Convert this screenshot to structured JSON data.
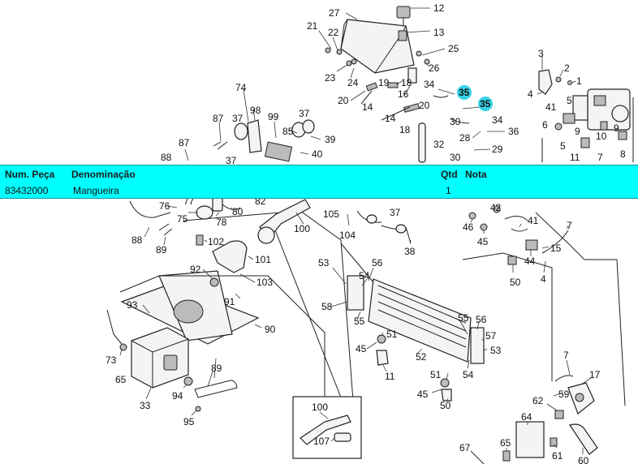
{
  "table": {
    "headers": {
      "part_number": "Num. Peça",
      "denomination": "Denominação",
      "qty": "Qtd",
      "note": "Nota"
    },
    "row": {
      "part_number": "83432000",
      "denomination": "Mangueira",
      "qty": "1",
      "note": ""
    }
  },
  "highlight_color": "#38d2e6",
  "panel_color": "#00ffff",
  "callouts": {
    "c1": "1",
    "c2": "2",
    "c3": "3",
    "c4": "4",
    "c4b": "4",
    "c5": "5",
    "c5b": "5",
    "c6": "6",
    "c7": "7",
    "c7b": "7",
    "c7c": "7",
    "c8": "8",
    "c9": "9",
    "c9b": "9",
    "c10": "10",
    "c11": "11",
    "c11b": "11",
    "c12": "12",
    "c13": "13",
    "c14": "14",
    "c14b": "14",
    "c15": "15",
    "c16": "16",
    "c17": "17",
    "c18": "18",
    "c19": "19",
    "c20": "20",
    "c20b": "20",
    "c21": "21",
    "c22": "22",
    "c23": "23",
    "c24": "24",
    "c25": "25",
    "c26": "26",
    "c27": "27",
    "c28": "28",
    "c29": "29",
    "c30": "30",
    "c30b": "30",
    "c32": "32",
    "c33": "33",
    "c34": "34",
    "c34b": "34",
    "c35": "35",
    "c35b": "35",
    "c36": "36",
    "c37": "37",
    "c37b": "37",
    "c37c": "37",
    "c38": "38",
    "c39": "39",
    "c40": "40",
    "c41": "41",
    "c41b": "41",
    "c42": "42",
    "c44": "44",
    "c45": "45",
    "c45b": "45",
    "c45c": "45",
    "c46": "46",
    "c50": "50",
    "c50b": "50",
    "c51": "51",
    "c51b": "51",
    "c52": "52",
    "c53": "53",
    "c53b": "53",
    "c54": "54",
    "c54b": "54",
    "c55": "55",
    "c55b": "55",
    "c56": "56",
    "c56b": "56",
    "c57": "57",
    "c58": "58",
    "c59": "59",
    "c60": "60",
    "c61": "61",
    "c62": "62",
    "c64": "64",
    "c65": "65",
    "c65b": "65",
    "c67": "67",
    "c73": "73",
    "c74": "74",
    "c75": "75",
    "c76": "76",
    "c77": "77",
    "c78": "78",
    "c80": "80",
    "c82": "82",
    "c85": "85",
    "c87": "87",
    "c88": "88",
    "c88b": "88",
    "c89": "89",
    "c89b": "89",
    "c90": "90",
    "c91": "91",
    "c92": "92",
    "c93": "93",
    "c94": "94",
    "c95": "95",
    "c98": "98",
    "c99": "99",
    "c100": "100",
    "c100b": "100",
    "c101": "101",
    "c102": "102",
    "c103": "103",
    "c104": "104",
    "c105": "105",
    "c107": "107"
  }
}
